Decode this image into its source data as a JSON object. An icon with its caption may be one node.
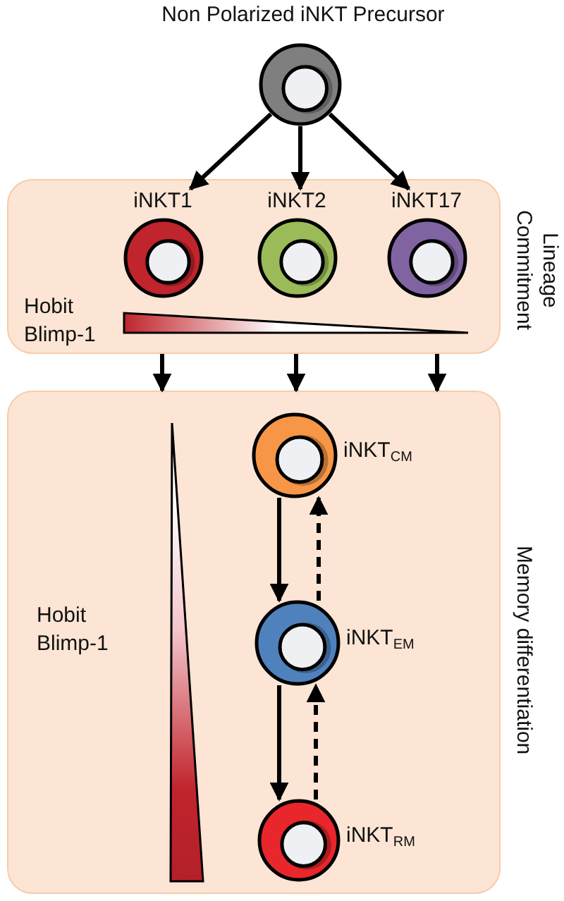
{
  "diagram": {
    "nodes": [
      {
        "text": [
          "Non Polarized iNKT Precursor"
        ]
      },
      {
        "text": [
          "Lineage Commitment"
        ]
      },
      {
        "text": [
          "iNKT1"
        ],
        "in": 1
      },
      {
        "text": [
          "iNKT2"
        ],
        "in": 1
      },
      {
        "text": [
          "iNKT17"
        ],
        "in": 1
      },
      {
        "text": [
          "Memory differentiation"
        ]
      },
      {
        "text": [
          "iNKT$_{CM}$"
        ],
        "in": 5
      },
      {
        "text": [
          "iNKT$_{EM}$"
        ],
        "in": 5
      },
      {
        "text": [
          "iNKT$_{RM}$"
        ],
        "in": 5
      },
      {
        "text": [],
        "shape": "triangle",
        "in": 1
      },
      {
        "text": [],
        "shape": "triangle",
        "in": 5
      }
    ],
    "edges": [
      {
        "from": 0,
        "to": 2,
        "arrow": "to"
      },
      {
        "from": 0,
        "to": 3,
        "arrow": "to"
      },
      {
        "from": 0,
        "to": 4,
        "arrow": "to"
      },
      {
        "from": 1,
        "to": 5,
        "arrow": "to"
      },
      {
        "from": 1,
        "to": 5,
        "arrow": "to"
      },
      {
        "from": 1,
        "to": 5,
        "arrow": "to"
      },
      {
        "from": 6,
        "to": 7,
        "arrow": "to"
      },
      {
        "from": 7,
        "to": 6,
        "arrow": "to",
        "style": "dashed"
      },
      {
        "from": 7,
        "to": 8,
        "arrow": "to"
      },
      {
        "from": 8,
        "to": 7,
        "arrow": "to",
        "style": "dashed"
      }
    ],
    "labels": [
      "Hobit Blimp-1",
      "Hobit Blimp-1"
    ]
  }
}
